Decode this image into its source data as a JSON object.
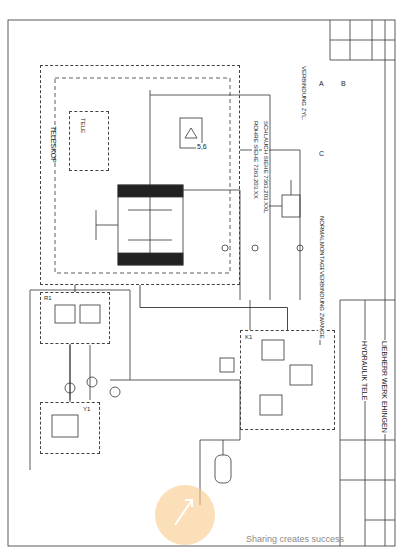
{
  "diagram": {
    "nodes": [
      {
        "text": [
          "TELESKOP"
        ]
      },
      {
        "text": [
          "TELE"
        ],
        "in": 0
      },
      {
        "text": [
          "K1"
        ]
      },
      {
        "text": [
          "R1"
        ]
      },
      {
        "text": [
          "Y1"
        ]
      }
    ],
    "edges": [
      {
        "from": 2,
        "to": 0,
        "arrow": "none"
      },
      {
        "from": 3,
        "to": 0,
        "arrow": "none"
      },
      {
        "from": 4,
        "to": 3,
        "arrow": "none"
      }
    ],
    "labels": [
      "SCHLAUCH SIEHE 7363.203.XXL",
      "ROHRE SIEHE 7363.203.XX",
      "NORMALMONTAGE",
      "VERBINDUNG ZWANGE",
      "VERBINDUNG ZYL.",
      "HYDRAULIK TELE",
      "LIEBHERR WERK EHINGEN",
      "5,6",
      "A",
      "B",
      "C",
      "Sharing creates success"
    ]
  }
}
